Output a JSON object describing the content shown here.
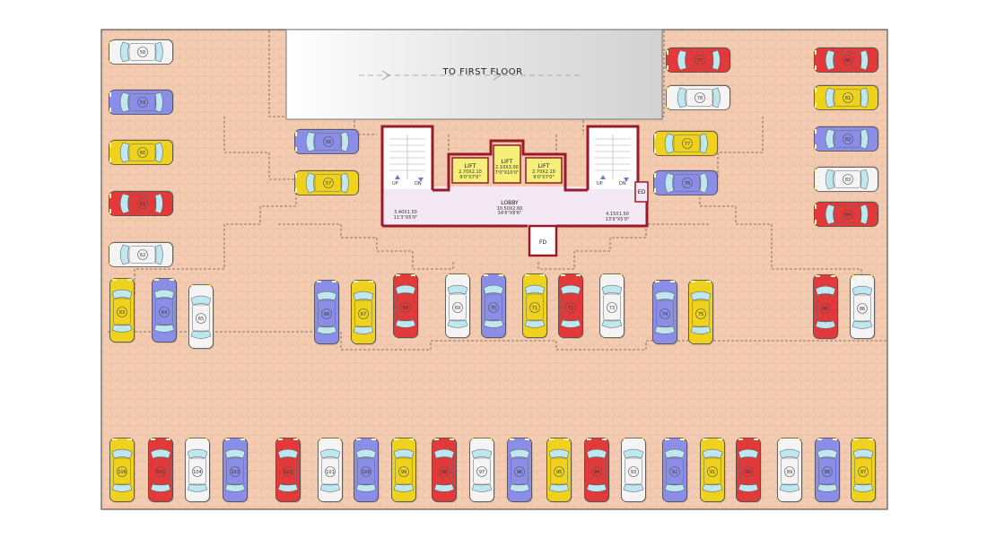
{
  "ramp": {
    "label": "TO FIRST FLOOR"
  },
  "core": {
    "lifts": [
      {
        "name": "LIFT",
        "dim1": "2.70X2.10",
        "dim2": "9'0\"X7'0\""
      },
      {
        "name": "LIFT",
        "dim1": "2.10X3.00",
        "dim2": "7'0\"X10'0\""
      },
      {
        "name": "LIFT",
        "dim1": "2.70X2.10",
        "dim2": "9'0\"X7'0\""
      }
    ],
    "lobby": {
      "name": "LOBBY",
      "dim1": "10.50X2.60",
      "dim2": "34'6\"X8'6\""
    },
    "left_stair": {
      "up": "UP",
      "dn": "DN",
      "dim1": "3.40X1.50",
      "dim2": "11'3\"X5'0\""
    },
    "right_stair": {
      "up": "UP",
      "dn": "DN",
      "dim1": "4.15X1.50",
      "dim2": "13'9\"X5'0\""
    },
    "ed": "ED",
    "fd": "FD"
  },
  "colors": {
    "red": "#e23a3a",
    "blue": "#8a8ee6",
    "yellow": "#eed21e",
    "white": "#f4f4f4"
  },
  "cars": [
    {
      "num": "58",
      "color": "white"
    },
    {
      "num": "59",
      "color": "blue"
    },
    {
      "num": "60",
      "color": "yellow"
    },
    {
      "num": "61",
      "color": "red"
    },
    {
      "num": "62",
      "color": "white"
    },
    {
      "num": "56",
      "color": "blue"
    },
    {
      "num": "57",
      "color": "yellow"
    },
    {
      "num": "77",
      "color": "red"
    },
    {
      "num": "78",
      "color": "white"
    },
    {
      "num": "77",
      "color": "yellow"
    },
    {
      "num": "76",
      "color": "blue"
    },
    {
      "num": "80",
      "color": "red"
    },
    {
      "num": "81",
      "color": "yellow"
    },
    {
      "num": "82",
      "color": "blue"
    },
    {
      "num": "83",
      "color": "white"
    },
    {
      "num": "84",
      "color": "red"
    },
    {
      "num": "63",
      "color": "yellow"
    },
    {
      "num": "64",
      "color": "blue"
    },
    {
      "num": "65",
      "color": "white"
    },
    {
      "num": "66",
      "color": "blue"
    },
    {
      "num": "67",
      "color": "yellow"
    },
    {
      "num": "68",
      "color": "red"
    },
    {
      "num": "69",
      "color": "white"
    },
    {
      "num": "70",
      "color": "blue"
    },
    {
      "num": "71",
      "color": "yellow"
    },
    {
      "num": "72",
      "color": "red"
    },
    {
      "num": "73",
      "color": "white"
    },
    {
      "num": "74",
      "color": "blue"
    },
    {
      "num": "75",
      "color": "yellow"
    },
    {
      "num": "85",
      "color": "red"
    },
    {
      "num": "86",
      "color": "white"
    },
    {
      "num": "106",
      "color": "yellow"
    },
    {
      "num": "105",
      "color": "red"
    },
    {
      "num": "104",
      "color": "white"
    },
    {
      "num": "103",
      "color": "blue"
    },
    {
      "num": "102",
      "color": "red"
    },
    {
      "num": "101",
      "color": "white"
    },
    {
      "num": "100",
      "color": "blue"
    },
    {
      "num": "99",
      "color": "yellow"
    },
    {
      "num": "98",
      "color": "red"
    },
    {
      "num": "97",
      "color": "white"
    },
    {
      "num": "96",
      "color": "blue"
    },
    {
      "num": "95",
      "color": "yellow"
    },
    {
      "num": "94",
      "color": "red"
    },
    {
      "num": "93",
      "color": "white"
    },
    {
      "num": "92",
      "color": "blue"
    },
    {
      "num": "91",
      "color": "yellow"
    },
    {
      "num": "90",
      "color": "red"
    },
    {
      "num": "89",
      "color": "white"
    },
    {
      "num": "88",
      "color": "blue"
    },
    {
      "num": "87",
      "color": "yellow"
    }
  ]
}
